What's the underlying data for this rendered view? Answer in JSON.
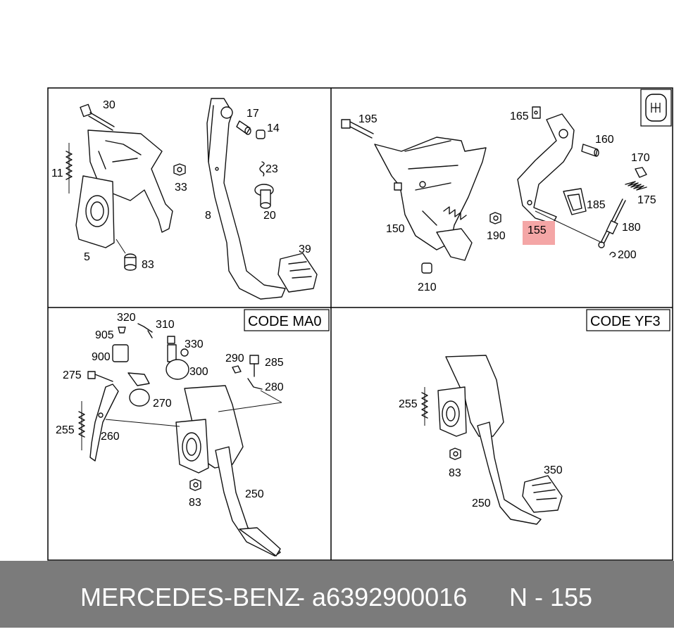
{
  "panels": {
    "top_left": {
      "labels": [
        "30",
        "11",
        "33",
        "5",
        "83",
        "17",
        "14",
        "23",
        "20",
        "8",
        "39"
      ]
    },
    "top_right": {
      "labels": [
        "195",
        "165",
        "160",
        "170",
        "175",
        "185",
        "180",
        "150",
        "190",
        "155",
        "200",
        "210"
      ],
      "highlight_label": "155",
      "highlight_color": "#f4a6a6",
      "icon": "gear-shift-knob-icon"
    },
    "bottom_left": {
      "code": "CODE MA0",
      "labels": [
        "320",
        "310",
        "905",
        "330",
        "900",
        "300",
        "290",
        "285",
        "275",
        "280",
        "270",
        "255",
        "260",
        "83",
        "250"
      ]
    },
    "bottom_right": {
      "code": "CODE YF3",
      "labels": [
        "255",
        "83",
        "350",
        "250"
      ]
    }
  },
  "footer": {
    "brand": "MERCEDES-BENZ",
    "separator": "-",
    "part_number": "a6392900016",
    "ref": "N - 155",
    "background": "#7b7b7b"
  }
}
